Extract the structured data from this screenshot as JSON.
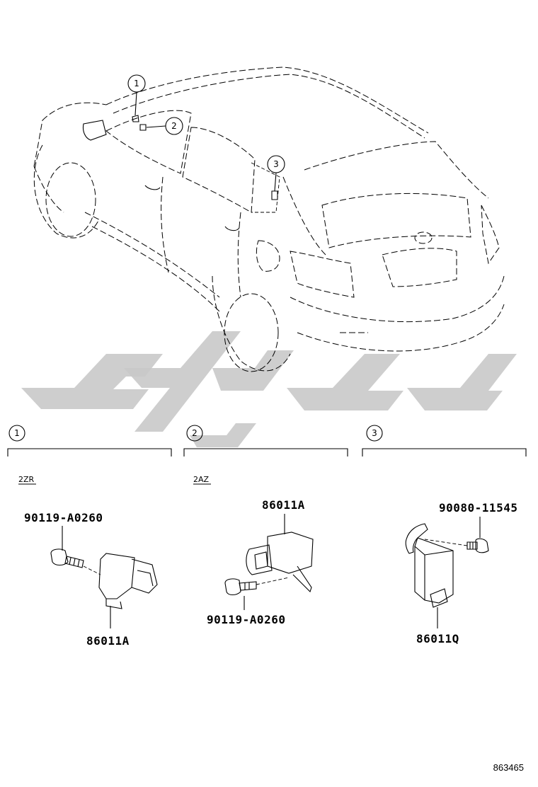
{
  "diagram": {
    "callouts": [
      {
        "num": "1"
      },
      {
        "num": "2"
      },
      {
        "num": "3"
      }
    ],
    "sections": [
      {
        "num": "1",
        "engine": "2ZR",
        "parts": [
          "90119-A0260",
          "86011A"
        ]
      },
      {
        "num": "2",
        "engine": "2AZ",
        "parts": [
          "86011A",
          "90119-A0260"
        ]
      },
      {
        "num": "3",
        "engine": "",
        "parts": [
          "90080-11545",
          "86011Q"
        ]
      }
    ],
    "illustration_number": "863465"
  }
}
